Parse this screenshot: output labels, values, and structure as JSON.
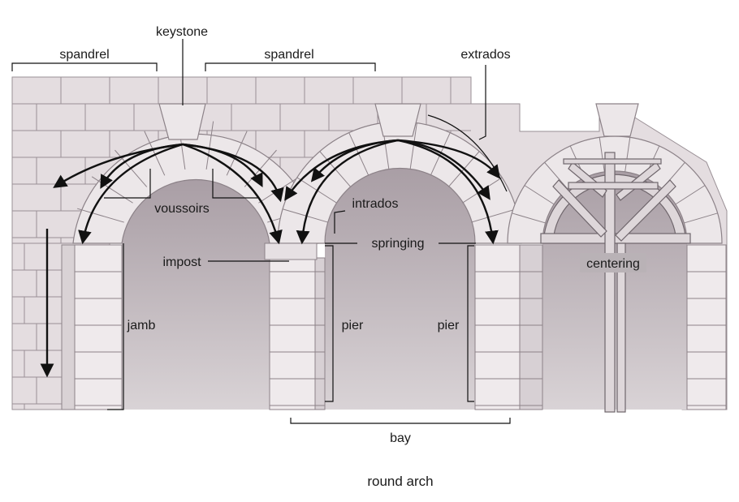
{
  "diagram": {
    "labels": {
      "spandrel_left": "spandrel",
      "keystone": "keystone",
      "spandrel_mid": "spandrel",
      "extrados": "extrados",
      "voussoirs": "voussoirs",
      "intrados": "intrados",
      "springing": "springing",
      "impost": "impost",
      "centering": "centering",
      "jamb": "jamb",
      "pier_left": "pier",
      "pier_right": "pier",
      "bay": "bay"
    },
    "caption": "round arch",
    "colors": {
      "wall": "#e4dde0",
      "arch_stone": "#ece7e9",
      "opening": "#b6acb2",
      "mortar": "#9a9096",
      "line": "#1a1a1a"
    }
  }
}
